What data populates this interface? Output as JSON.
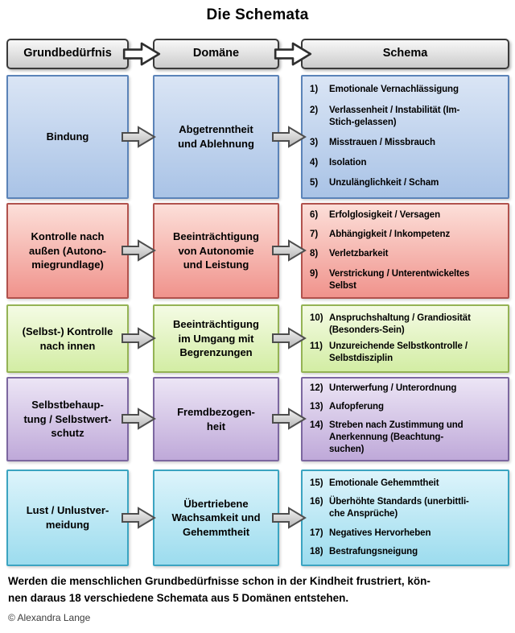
{
  "title": "Die Schemata",
  "header": {
    "need": "Grundbedürfnis",
    "domain": "Domäne",
    "schema": "Schema"
  },
  "rows": [
    {
      "color": "blue",
      "need": "Bindung",
      "domain": "Abgetrenntheit\nund Ablehnung",
      "schemas": [
        {
          "num": "1)",
          "text": "Emotionale Vernachlässigung"
        },
        {
          "num": "2)",
          "text": "Verlassenheit / Instabilität (Im-\nStich-gelassen)"
        },
        {
          "num": "3)",
          "text": "Misstrauen / Missbrauch"
        },
        {
          "num": "4)",
          "text": "Isolation"
        },
        {
          "num": "5)",
          "text": "Unzulänglichkeit / Scham"
        }
      ]
    },
    {
      "color": "red",
      "need": "Kontrolle nach\naußen (Autono-\nmiegrundlage)",
      "domain": "Beeinträchtigung\nvon Autonomie\nund Leistung",
      "schemas": [
        {
          "num": "6)",
          "text": "Erfolglosigkeit / Versagen"
        },
        {
          "num": "7)",
          "text": "Abhängigkeit / Inkompetenz"
        },
        {
          "num": "8)",
          "text": "Verletzbarkeit"
        },
        {
          "num": "9)",
          "text": "Verstrickung / Unterentwickeltes\nSelbst"
        }
      ]
    },
    {
      "color": "green",
      "need": "(Selbst-) Kontrolle\nnach innen",
      "domain": "Beeinträchtigung\nim Umgang mit\nBegrenzungen",
      "schemas": [
        {
          "num": "10)",
          "text": "Anspruchshaltung / Grandiosität\n(Besonders-Sein)"
        },
        {
          "num": "11)",
          "text": "Unzureichende Selbstkontrolle /\nSelbstdisziplin"
        }
      ]
    },
    {
      "color": "purple",
      "need": "Selbstbehaup-\ntung / Selbstwert-\nschutz",
      "domain": "Fremdbezogen-\nheit",
      "schemas": [
        {
          "num": "12)",
          "text": "Unterwerfung / Unterordnung"
        },
        {
          "num": "13)",
          "text": "Aufopferung"
        },
        {
          "num": "14)",
          "text": "Streben nach Zustimmung und\nAnerkennung (Beachtung-\nsuchen)"
        }
      ]
    },
    {
      "color": "cyan",
      "need": "Lust / Unlustver-\nmeidung",
      "domain": "Übertriebene\nWachsamkeit und\nGehemmtheit",
      "schemas": [
        {
          "num": "15)",
          "text": "Emotionale Gehemmtheit"
        },
        {
          "num": "16)",
          "text": "Überhöhte Standards (unerbittli-\nche Ansprüche)"
        },
        {
          "num": "17)",
          "text": "Negatives Hervorheben"
        },
        {
          "num": "18)",
          "text": "Bestrafungsneigung"
        }
      ]
    }
  ],
  "footer": {
    "note": "Werden die menschlichen Grundbedürfnisse schon in der Kindheit frustriert, kön-\nnen daraus 18 verschiedene Schemata aus 5 Domänen entstehen.",
    "credit": "© Alexandra Lange"
  },
  "colors": {
    "blue_border": "#5b83b8",
    "blue_fill": "#a9c3e6",
    "red_border": "#b1524d",
    "red_fill": "#f0938c",
    "green_border": "#94b354",
    "green_fill": "#d3eda4",
    "purple_border": "#7c67a0",
    "purple_fill": "#bfa9d9",
    "cyan_border": "#3ba4c1",
    "cyan_fill": "#9cdcee",
    "header_fill": "#cbcbcb",
    "header_border": "#3a3a3a"
  }
}
